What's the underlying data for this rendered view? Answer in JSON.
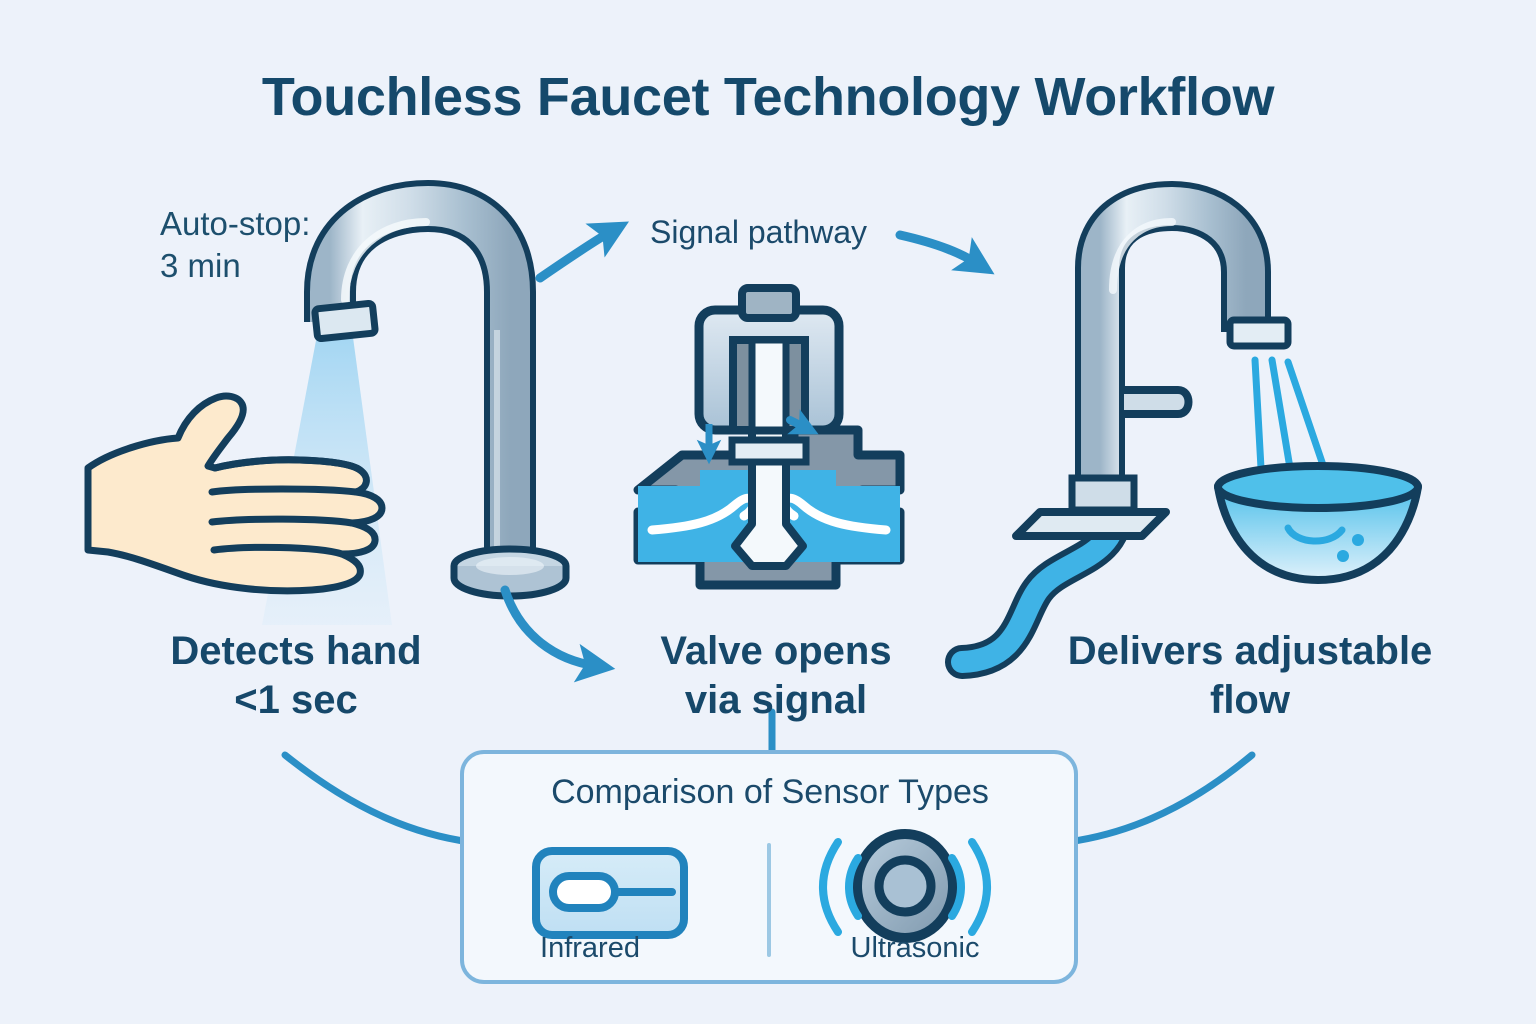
{
  "page": {
    "title": "Touchless Faucet Technology Workflow",
    "background_color": "#edf2fa",
    "title_color": "#15496b"
  },
  "annotations": {
    "auto_stop": "Auto-stop:\n3 min",
    "auto_stop_line1": "Auto-stop:",
    "auto_stop_line2": "3 min",
    "signal_pathway": "Signal pathway"
  },
  "steps": [
    {
      "id": "detect",
      "label_line1": "Detects hand",
      "label_line2": "<1 sec",
      "icon": "hand-and-sensor-faucet-icon"
    },
    {
      "id": "valve",
      "label_line1": "Valve opens",
      "label_line2": "via signal",
      "icon": "solenoid-valve-icon"
    },
    {
      "id": "deliver",
      "label_line1": "Delivers adjustable",
      "label_line2": "flow",
      "icon": "faucet-bowl-water-icon"
    }
  ],
  "comparison_panel": {
    "title": "Comparison of Sensor Types",
    "sensors": [
      {
        "name": "Infrared",
        "icon": "infrared-sensor-icon"
      },
      {
        "name": "Ultrasonic",
        "icon": "ultrasonic-sensor-icon"
      }
    ]
  },
  "colors": {
    "navy_outline": "#133e5c",
    "accent_blue": "#2b8fc6",
    "water_blue": "#38b0e3",
    "chrome_light": "#e7eef5",
    "chrome_mid": "#b9cbd9",
    "chrome_dark": "#8ea9bd",
    "skin": "#fdeacd",
    "sensor_cone": "#bfe0f5",
    "panel_border": "#7db5dd",
    "panel_fill": "#f3f8fd"
  }
}
